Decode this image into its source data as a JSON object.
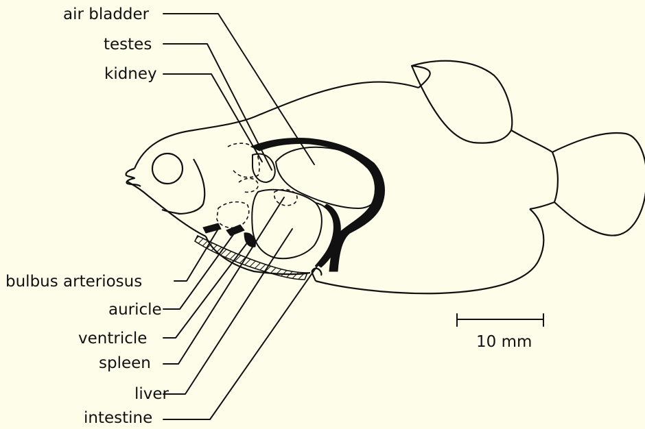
{
  "labels": {
    "air_bladder": "air bladder",
    "testes": "testes",
    "kidney": "kidney",
    "bulbus_arteriosus": "bulbus arteriosus",
    "auricle": "auricle",
    "ventricle": "ventricle",
    "spleen": "spleen",
    "liver": "liver",
    "intestine": "intestine"
  },
  "scale_bar": {
    "label": "10 mm"
  },
  "colors": {
    "background": "#fdfdea",
    "ink": "#111111"
  }
}
